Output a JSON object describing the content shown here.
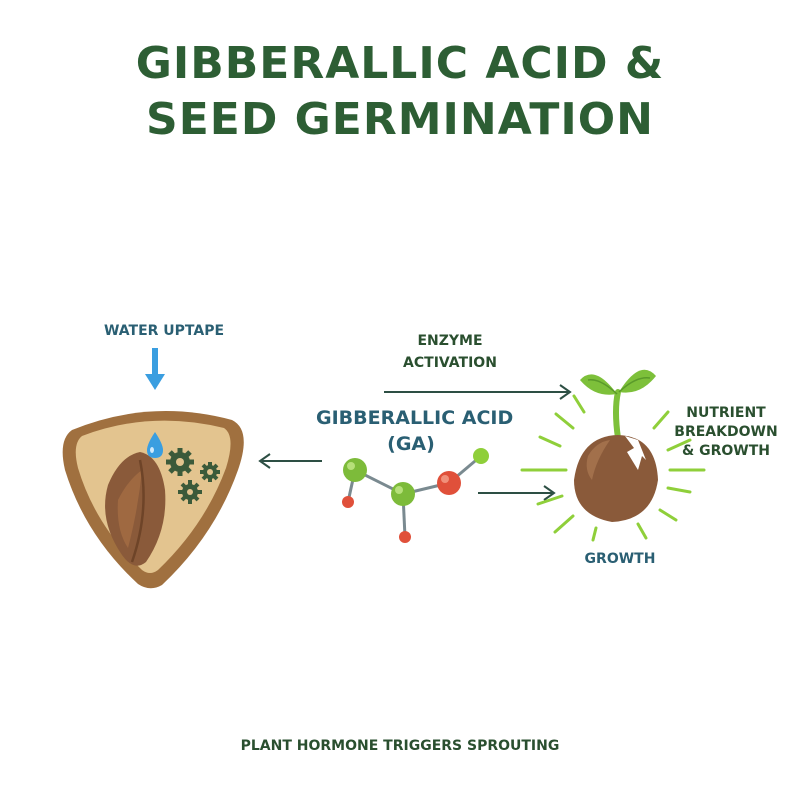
{
  "title": {
    "line1": "GIBBERALLIC ACID &",
    "line2": "SEED GERMINATION"
  },
  "labels": {
    "water_uptake": "WATER UPTAPE",
    "enzyme_line1": "ENZYME",
    "enzyme_line2": "ACTIVATION",
    "ga_line1": "GIBBERALLIC ACID",
    "ga_line2": "(GA)",
    "nutrient_line1": "NUTRIENT",
    "nutrient_line2": "BREAKDOWN",
    "nutrient_line3": "& GROWTH",
    "growth": "GROWTH"
  },
  "footer": "PLANT HORMONE TRIGGERS SPROUTING",
  "colors": {
    "title": "#2d5e34",
    "label_teal": "#2a5f73",
    "label_green": "#2a4f2f",
    "seed_coat": "#a0703f",
    "endosperm": "#e3c48f",
    "embryo": "#8a5a3a",
    "gear": "#3b5a3a",
    "water": "#3a9ee0",
    "molecule_green": "#7dbb3a",
    "molecule_red": "#e0503a",
    "leaf": "#7dc03a",
    "rays": "#8fcf3a",
    "arrow": "#2d4f44"
  },
  "icons": [
    "water-drop-icon",
    "gear-icon",
    "seed-icon",
    "sprout-icon",
    "molecule-icon",
    "arrow-down-icon",
    "arrow-left-icon",
    "arrow-right-icon"
  ]
}
